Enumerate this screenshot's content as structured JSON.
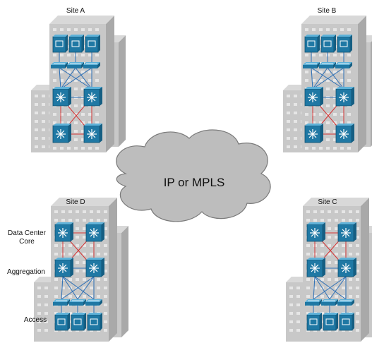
{
  "cloud": {
    "label": "IP or MPLS"
  },
  "sites": [
    {
      "id": "a",
      "label": "Site A"
    },
    {
      "id": "b",
      "label": "Site B"
    },
    {
      "id": "c",
      "label": "Site C"
    },
    {
      "id": "d",
      "label": "Site D"
    }
  ],
  "layers": {
    "core": "Data Center\nCore",
    "aggregation": "Aggregation",
    "access": "Access"
  },
  "colors": {
    "building": "#c8c8c8",
    "building_shadow": "#a9a9a9",
    "window": "#e6e6e6",
    "device": "#1f78a4",
    "device_light": "#5fb2d9",
    "link_blue": "#2b6fb6",
    "link_red": "#d33434",
    "cloud": "#bdbdbd",
    "cloud_stroke": "#7a7a7a"
  }
}
